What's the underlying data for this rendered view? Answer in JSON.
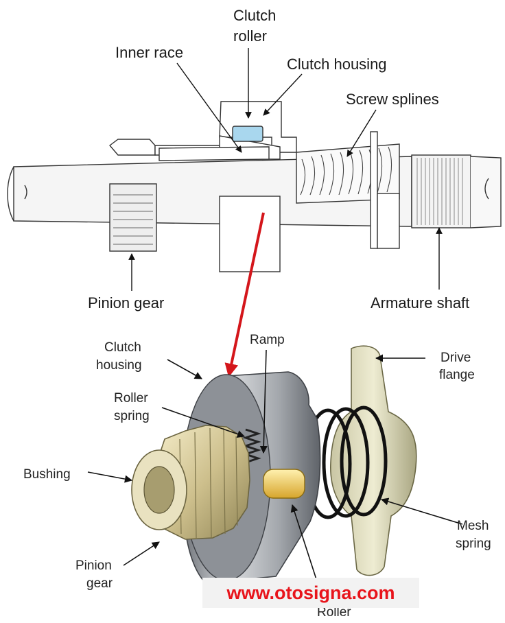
{
  "diagram": {
    "top": {
      "labels": {
        "clutch_roller_1": "Clutch",
        "clutch_roller_2": "roller",
        "inner_race": "Inner race",
        "clutch_housing": "Clutch housing",
        "screw_splines": "Screw splines",
        "pinion_gear": "Pinion gear",
        "armature_shaft": "Armature shaft"
      }
    },
    "bottom": {
      "labels": {
        "clutch_housing_1": "Clutch",
        "clutch_housing_2": "housing",
        "ramp": "Ramp",
        "drive_flange_1": "Drive",
        "drive_flange_2": "flange",
        "roller_spring_1": "Roller",
        "roller_spring_2": "spring",
        "bushing": "Bushing",
        "mesh_spring_1": "Mesh",
        "mesh_spring_2": "spring",
        "pinion_gear_1": "Pinion",
        "pinion_gear_2": "gear",
        "roller": "Roller"
      }
    },
    "colors": {
      "pointer_arrow": "#d4161b",
      "watermark": "#e8141b",
      "clutch_roller_fill": "#a9d7ee"
    },
    "watermark": "www.otosigna.com"
  }
}
